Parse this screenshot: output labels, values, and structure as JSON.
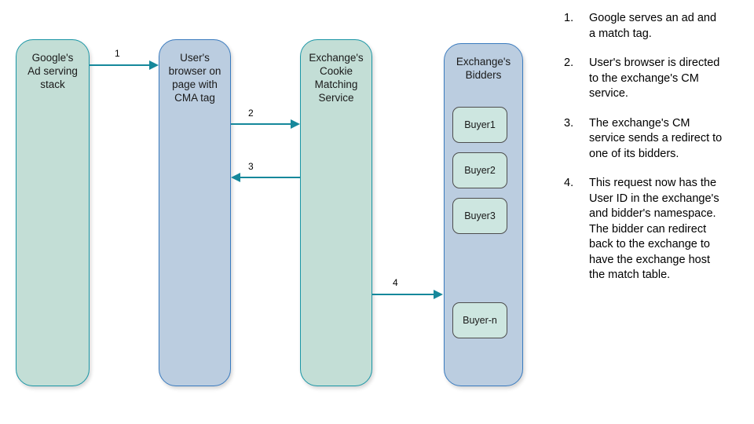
{
  "diagram": {
    "title_hidden": "",
    "colors": {
      "teal_fill": "#c3ded6",
      "teal_stroke": "#1a96a6",
      "blue_fill": "#bbcde0",
      "blue_stroke": "#3a7bbf",
      "buyer_fill": "#cde6e0",
      "buyer_stroke": "#4d4d4d",
      "arrow": "#16889b",
      "background": "#ffffff"
    },
    "lanes": [
      {
        "id": "google-ad-serving-stack",
        "label": "Google's\nAd serving\nstack",
        "style": "teal"
      },
      {
        "id": "users-browser",
        "label": "User's\nbrowser on\npage with\nCMA tag",
        "style": "blue"
      },
      {
        "id": "exchange-cookie-matching-service",
        "label": "Exchange's\nCookie\nMatching\nService",
        "style": "teal"
      },
      {
        "id": "exchange-bidders",
        "label": "Exchange's\nBidders",
        "style": "blue"
      }
    ],
    "bidders": [
      {
        "id": "buyer1",
        "label": "Buyer1"
      },
      {
        "id": "buyer2",
        "label": "Buyer2"
      },
      {
        "id": "buyer3",
        "label": "Buyer3"
      },
      {
        "id": "buyer-n",
        "label": "Buyer-n"
      }
    ],
    "arrows": [
      {
        "id": "arrow-1",
        "label": "1",
        "from": "google-ad-serving-stack",
        "to": "users-browser",
        "direction": "right"
      },
      {
        "id": "arrow-2",
        "label": "2",
        "from": "users-browser",
        "to": "exchange-cookie-matching-service",
        "direction": "right"
      },
      {
        "id": "arrow-3",
        "label": "3",
        "from": "exchange-cookie-matching-service",
        "to": "users-browser",
        "direction": "left"
      },
      {
        "id": "arrow-4",
        "label": "4",
        "from": "exchange-cookie-matching-service",
        "to": "exchange-bidders",
        "direction": "right"
      }
    ]
  },
  "steps": [
    {
      "num": "1.",
      "text": "Google serves an ad and a match tag."
    },
    {
      "num": "2.",
      "text": "User's browser is directed to the exchange's CM service."
    },
    {
      "num": "3.",
      "text": "The exchange's CM service sends a redirect to one of its bidders."
    },
    {
      "num": "4.",
      "text": "This request now has the User ID in the exchange's and bidder's namespace. The bidder can redirect back to the exchange to have the exchange host the match table."
    }
  ]
}
